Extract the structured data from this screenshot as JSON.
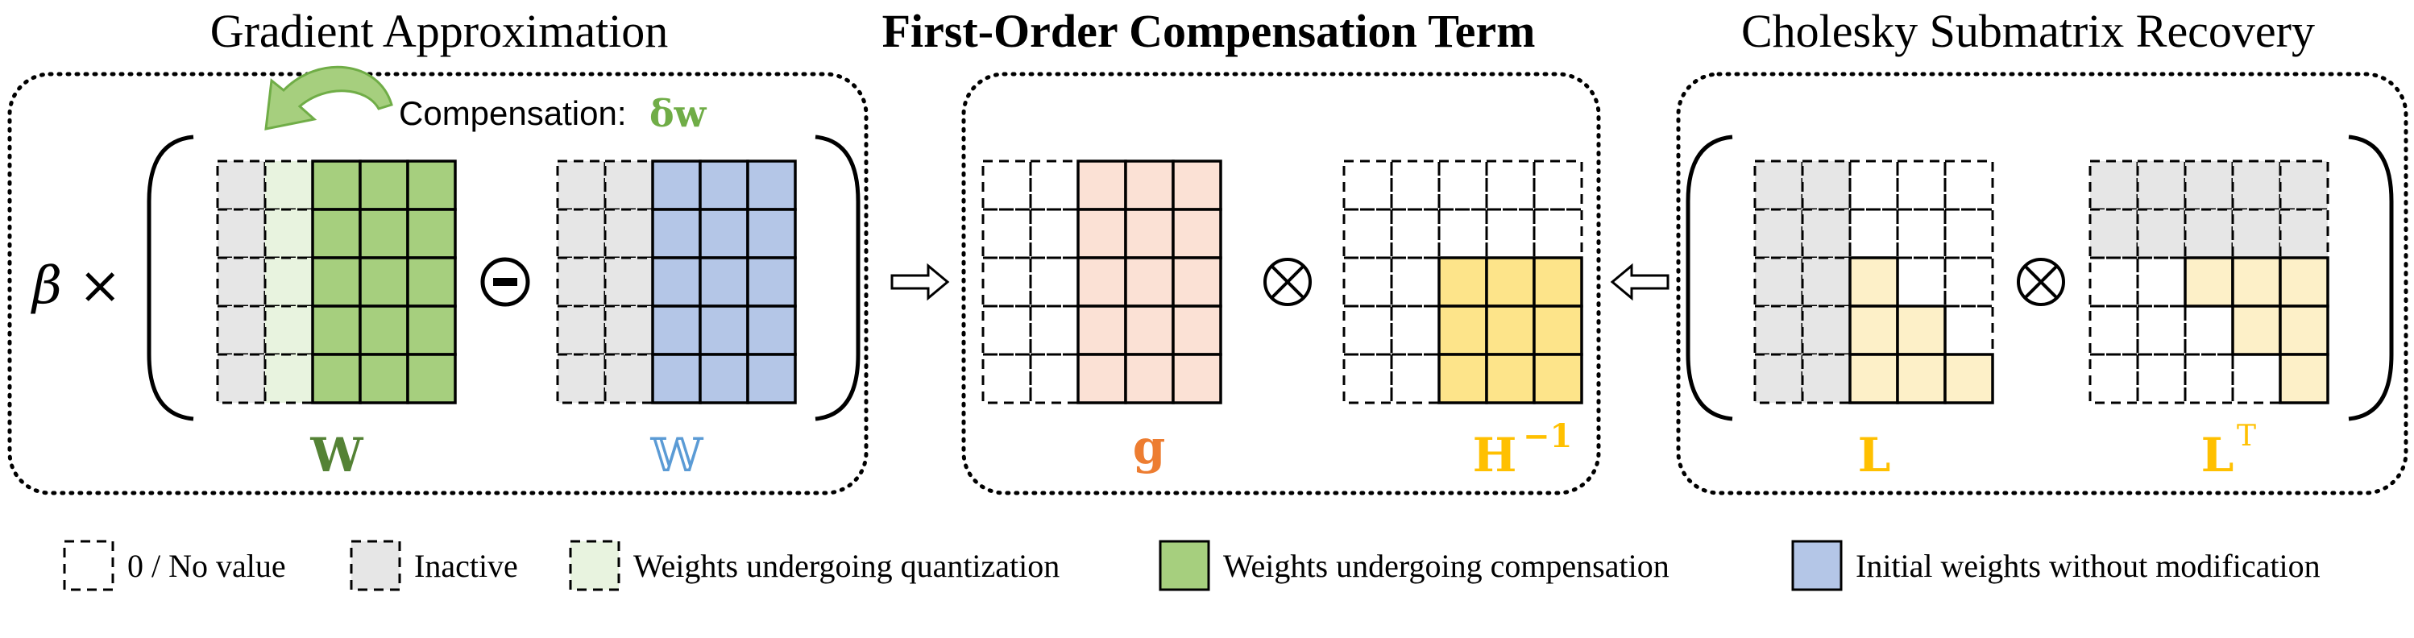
{
  "sections": {
    "left_title": "Gradient Approximation",
    "middle_title": "First-Order Compensation Term",
    "right_title": "Cholesky Submatrix Recovery"
  },
  "left": {
    "beta": "β ×",
    "compensation_label": "Compensation:",
    "compensation_symbol": "δw",
    "matrix_w_label": "W",
    "matrix_w0_label": "𝕎",
    "minus_symbol": "−"
  },
  "middle": {
    "g_label": "g",
    "hinv_label": "H",
    "hinv_sup": "−1",
    "otimes": "⊗"
  },
  "right": {
    "l_label": "L",
    "lt_label": "L",
    "lt_sup": "T",
    "otimes": "⊗"
  },
  "legend": [
    {
      "label": "0 / No value",
      "kind": "empty"
    },
    {
      "label": "Inactive",
      "kind": "inactive"
    },
    {
      "label": "Weights undergoing quantization",
      "kind": "quant"
    },
    {
      "label": "Weights undergoing compensation",
      "kind": "comp"
    },
    {
      "label": "Initial weights without modification",
      "kind": "init"
    }
  ],
  "colors": {
    "inactive": "#e6e6e6",
    "quant": "#e8f3df",
    "comp": "#a6cf7e",
    "init": "#b4c6e7",
    "g_fill": "#fbe1d5",
    "hinv_fill": "#fde48a",
    "l_fill": "#fdf0c8",
    "green_text": "#70ad47",
    "dark_green_text": "#548235",
    "blue_text": "#5b9bd5",
    "orange_text": "#ed7d31",
    "gold_text": "#ffc000"
  }
}
